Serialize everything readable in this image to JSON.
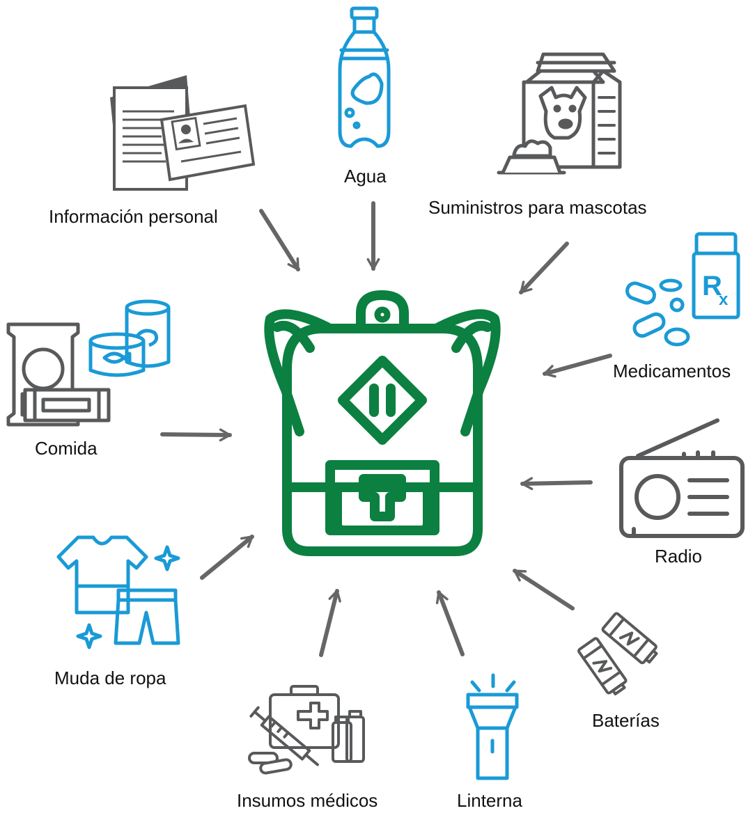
{
  "colors": {
    "backpack": "#0b8040",
    "blue_icons": "#1a9ad6",
    "gray_icons": "#58595b",
    "arrows": "#666666",
    "text": "#111111"
  },
  "center": {
    "name": "backpack-icon"
  },
  "items": [
    {
      "id": "agua",
      "label": "Agua",
      "icon": "water-bottle-icon",
      "icon_color": "blue"
    },
    {
      "id": "mascotas",
      "label": "Suministros para mascotas",
      "icon": "pet-food-icon",
      "icon_color": "gray"
    },
    {
      "id": "medicamentos",
      "label": "Medicamentos",
      "icon": "pills-rx-icon",
      "icon_color": "blue"
    },
    {
      "id": "radio",
      "label": "Radio",
      "icon": "radio-icon",
      "icon_color": "gray"
    },
    {
      "id": "baterias",
      "label": "Baterías",
      "icon": "battery-icon",
      "icon_color": "gray"
    },
    {
      "id": "linterna",
      "label": "Linterna",
      "icon": "flashlight-icon",
      "icon_color": "blue"
    },
    {
      "id": "insumos",
      "label": "Insumos médicos",
      "icon": "first-aid-kit-icon",
      "icon_color": "gray"
    },
    {
      "id": "ropa",
      "label": "Muda de ropa",
      "icon": "clothes-icon",
      "icon_color": "blue"
    },
    {
      "id": "comida",
      "label": "Comida",
      "icon": "canned-food-icon",
      "icon_color": "gray"
    },
    {
      "id": "informacion",
      "label": "Información personal",
      "icon": "id-documents-icon",
      "icon_color": "gray"
    }
  ]
}
